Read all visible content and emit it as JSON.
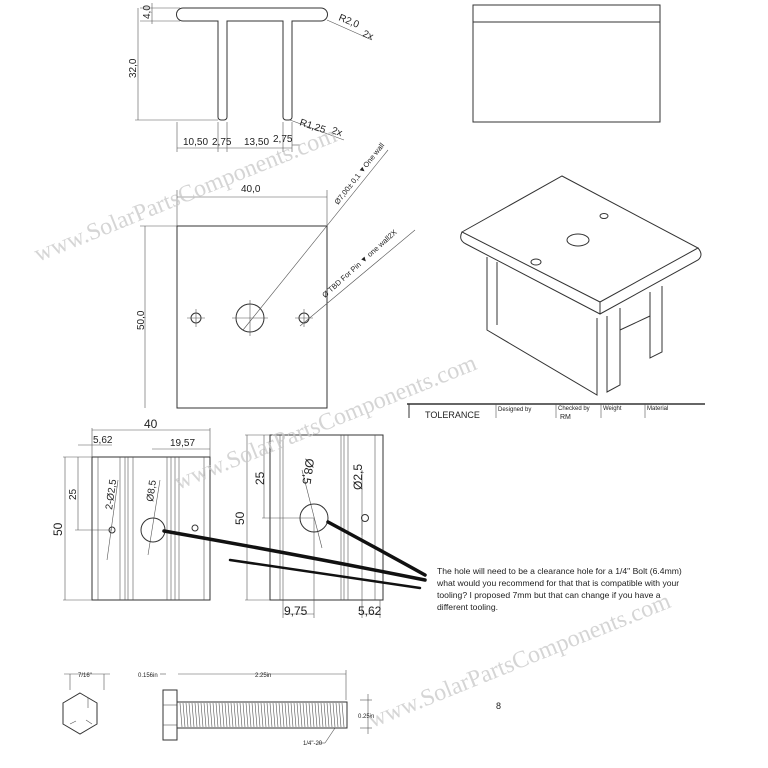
{
  "profile_view": {
    "flange_thickness": "4,0",
    "height": "32,0",
    "outer_radius": "R2,0",
    "outer_radius_count": "2x",
    "inner_radius": "R1,25",
    "inner_radius_count": "2x",
    "dims": [
      "10,50",
      "2,75",
      "13,50",
      "2,75"
    ]
  },
  "top_plate_view": {
    "width": "40,0",
    "height": "50,0",
    "main_hole_note": "Ø7,00± 0,1 ▼One wall",
    "pin_hole_note": "Ø TBD For Pin ▼ one wall2X"
  },
  "title_block": {
    "tolerance": "TOLERANCE",
    "designed_by": "Designed by",
    "checked_by": "Checked by",
    "checked_value": "RM",
    "weight": "Weight",
    "material": "Material"
  },
  "left_part_view": {
    "width": "40",
    "offset_left": "5,62",
    "offset_right": "19,57",
    "hole_height": "25",
    "height": "50",
    "small_hole": "2-Ø2,5",
    "large_hole": "Ø8,5"
  },
  "right_part_view": {
    "hole_height": "25",
    "height": "50",
    "large_hole": "Ø8,5",
    "small_hole": "Ø2,5",
    "offset_left": "9,75",
    "offset_right": "5,62"
  },
  "note": {
    "lines": [
      "The hole will need to be a clearance hole for a 1/4\" Bolt (6.4mm)",
      "what would you recommend for that that is compatible with your",
      "tooling? I proposed 7mm but that can change if you have a",
      "different tooling."
    ]
  },
  "bolt": {
    "head_width": "7/16\"",
    "head_height": "0.156in",
    "length": "2.25in",
    "diameter": "0.25in",
    "thread": "1/4\"-20"
  },
  "page_number": "8",
  "watermark": "www.SolarPartsComponents.com"
}
